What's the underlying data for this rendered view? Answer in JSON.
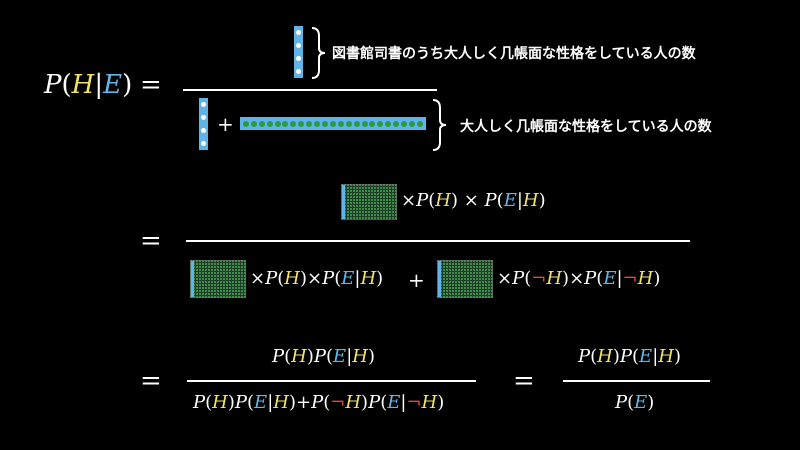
{
  "row1": {
    "lhs": {
      "P": "P",
      "H": "H",
      "bar": "|",
      "E": "E",
      "lp": "(",
      "rp": ")"
    },
    "eq": "=",
    "label_top": "図書館司書のうち大人しく几帳面な性格をしている人の数",
    "plus": "+",
    "label_bottom": "大人しく几帳面な性格をしている人の数"
  },
  "row2": {
    "eq": "=",
    "times": "×",
    "plus": "+",
    "P": "P",
    "H": "H",
    "E": "E",
    "not": "¬",
    "bar": "|",
    "lp": "(",
    "rp": ")"
  },
  "row3": {
    "eq1": "=",
    "eq2": "=",
    "P": "P",
    "H": "H",
    "E": "E",
    "not": "¬",
    "bar": "|",
    "plus": "+",
    "lp": "(",
    "rp": ")"
  },
  "colors": {
    "background": "#000000",
    "H": "#f4e36b",
    "E": "#64b6e9",
    "not": "#e14a3a",
    "librarian": "#5fb3e6",
    "farmer": "#2a9a3c"
  }
}
